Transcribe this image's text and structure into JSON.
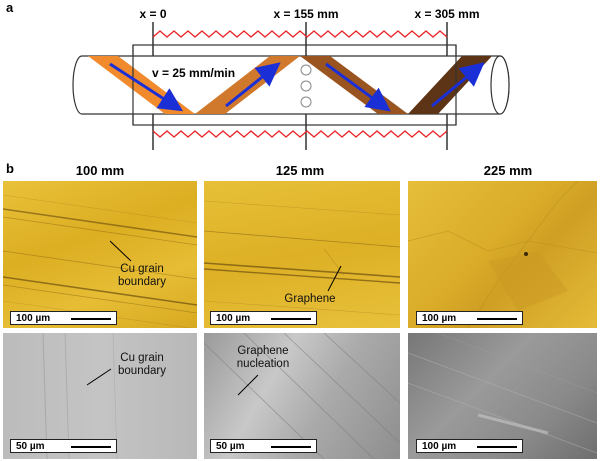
{
  "panel_a": {
    "letter": "a",
    "positions": [
      "x = 0",
      "x = 155 mm",
      "x = 305 mm"
    ],
    "velocity": "v = 25 mm/min"
  },
  "panel_b": {
    "letter": "b",
    "columns": [
      "100 mm",
      "125 mm",
      "225 mm"
    ],
    "optical": {
      "scales": [
        "100 µm",
        "100 µm",
        "100 µm"
      ],
      "labels": {
        "grain": "Cu grain\nboundary",
        "graphene": "Graphene"
      }
    },
    "sem": {
      "scales": [
        "50 µm",
        "50 µm",
        "100 µm"
      ],
      "labels": {
        "grain": "Cu grain\nboundary",
        "nucleation": "Graphene\nnucleation"
      }
    }
  },
  "colors": {
    "heater": "#e8252a",
    "arrow": "#1b2fd6",
    "foil_stages": [
      "#f08a2c",
      "#d0782c",
      "#9a5420",
      "#5e3416"
    ],
    "optical_bg": "#e0b52a",
    "sem_bg": "#b9b9b9"
  }
}
